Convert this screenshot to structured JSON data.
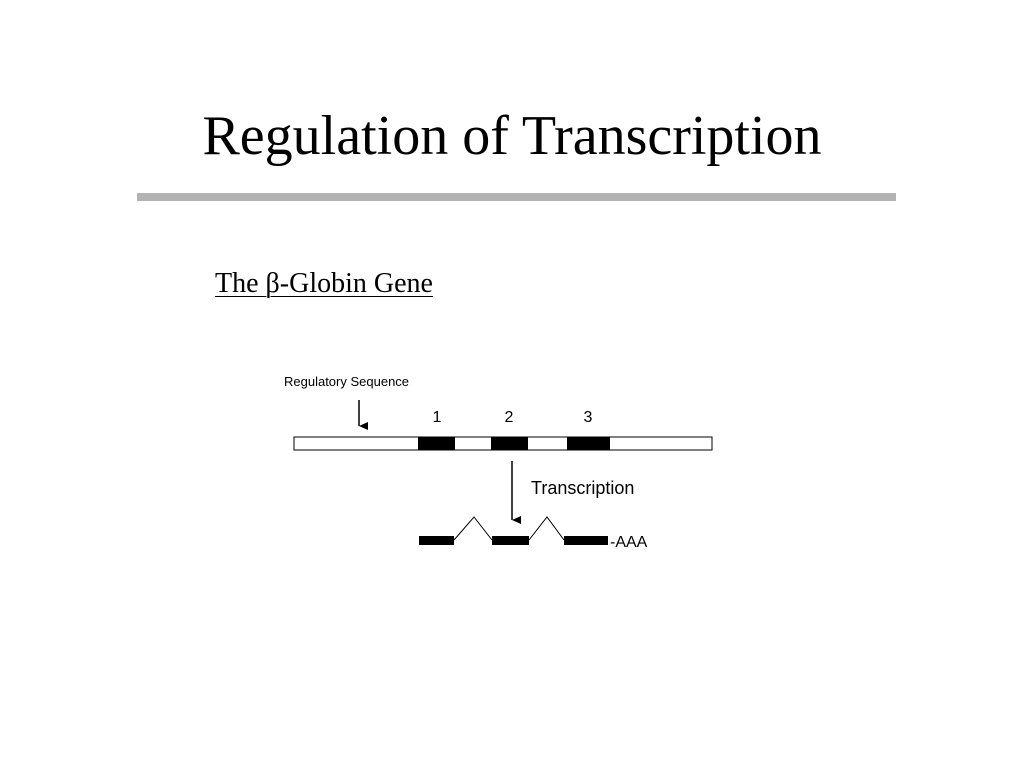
{
  "slide": {
    "title": "Regulation of Transcription",
    "subtitle": "The β-Globin Gene"
  },
  "diagram": {
    "regulatory_label": "Regulatory Sequence",
    "exon_labels": [
      "1",
      "2",
      "3"
    ],
    "arrow_label": "Transcription",
    "poly_a_label": "-AAA"
  },
  "colors": {
    "rule": "#b3b3b3",
    "exon": "#000000"
  }
}
